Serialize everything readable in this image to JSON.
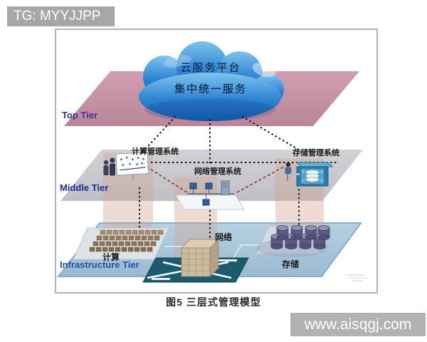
{
  "badges": {
    "top_left": "TG: MYYJJPP",
    "bottom_right": "www.aisqgj.com"
  },
  "diagram": {
    "cloud": {
      "line1": "云服务平台",
      "line2": "集中统一服务"
    },
    "tiers": [
      {
        "name": "Top Tier",
        "color": "#c493a7"
      },
      {
        "name": "Middle Tier",
        "color": "#c8c8cc"
      },
      {
        "name": "Infrastructure Tier",
        "color": "#a9c6da"
      }
    ],
    "middle_systems": [
      {
        "label": "计算管理系统"
      },
      {
        "label": "网络管理系统"
      },
      {
        "label": "存储管理系统"
      }
    ],
    "infrastructure": [
      {
        "label": "计算"
      },
      {
        "label": "网络"
      },
      {
        "label": "存储"
      }
    ],
    "icons": {
      "cloud": "cloud",
      "compute_mgmt": "people-at-whiteboard",
      "network_mgmt": "networked-workstations",
      "storage_mgmt": "operator-with-storage-array",
      "compute_infra": "server-rack-grid",
      "network_infra": "cube-on-switch-with-x-links",
      "storage_infra": "disk-cylinder-array"
    },
    "line_colors": {
      "cloud_links": "#111111",
      "system_links": "#8f3434"
    }
  },
  "caption": "图5 三层式管理模型"
}
